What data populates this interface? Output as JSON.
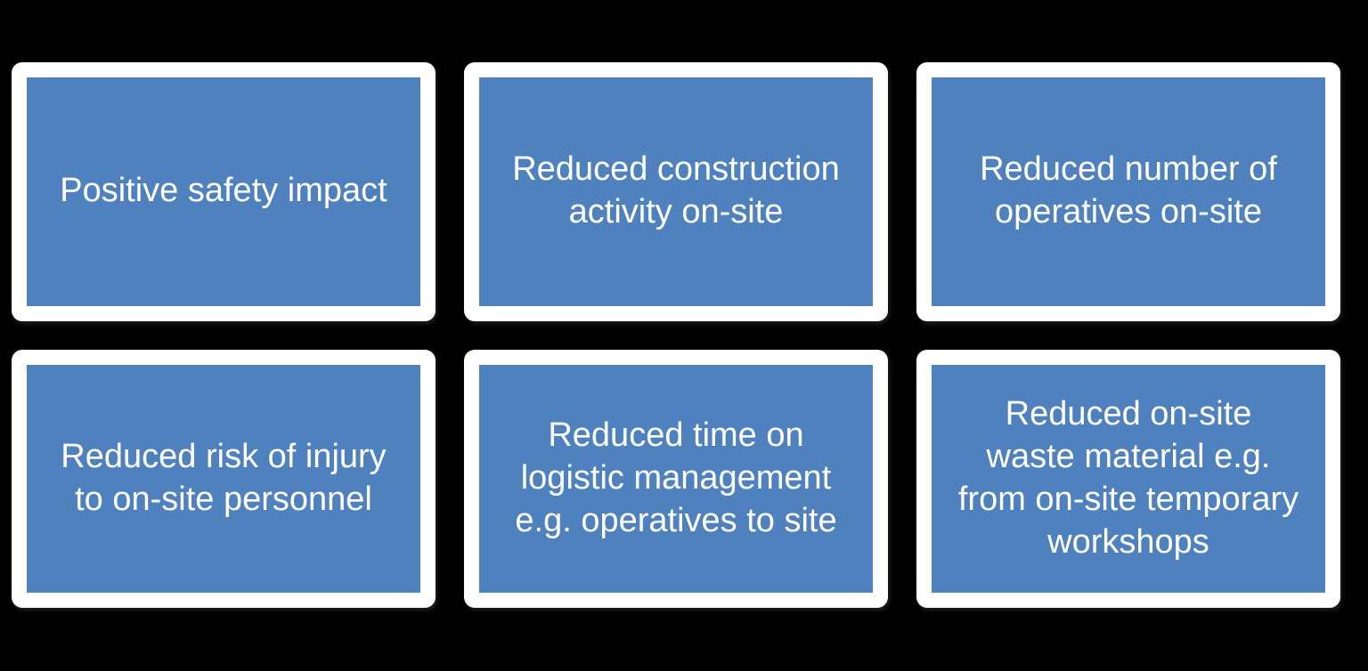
{
  "diagram": {
    "background_color": "#000000",
    "card_fill_color": "#4e81bd",
    "card_frame_color": "#ffffff",
    "text_color": "#ffffff",
    "layout": "2 rows x 3 columns of rounded rectangles",
    "cards": [
      {
        "id": "positive-safety-impact",
        "label": "Positive safety impact"
      },
      {
        "id": "reduced-construction-activity",
        "label": "Reduced construction\nactivity on-site"
      },
      {
        "id": "reduced-number-operatives",
        "label": "Reduced number of\noperatives on-site"
      },
      {
        "id": "reduced-risk-injury",
        "label": "Reduced risk of injury\nto on-site personnel"
      },
      {
        "id": "reduced-time-logistics",
        "label": "Reduced time on\nlogistic management\ne.g. operatives to site"
      },
      {
        "id": "reduced-waste-material",
        "label": "Reduced on-site\nwaste material e.g.\nfrom on-site temporary\nworkshops"
      }
    ]
  }
}
